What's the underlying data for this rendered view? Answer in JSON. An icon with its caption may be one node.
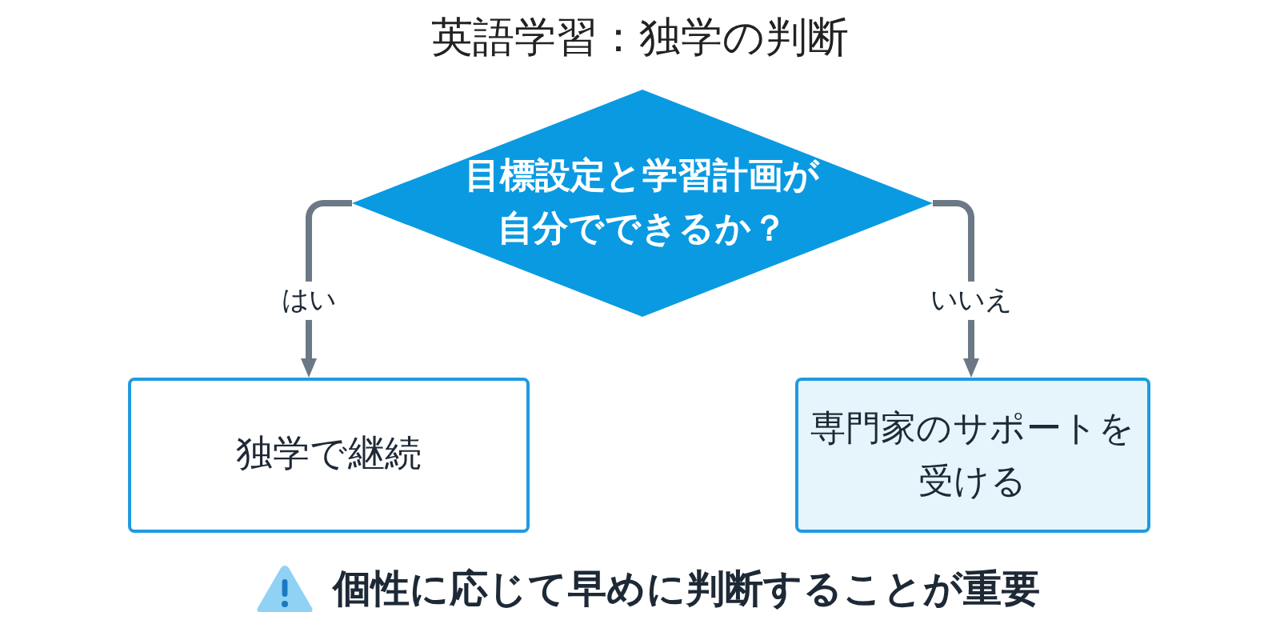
{
  "diagram": {
    "title": "英語学習：独学の判断",
    "nodes": [
      {
        "text": [
          "目標設定と学習計画が自分でできるか？"
        ]
      },
      {
        "text": [
          "独学で継続"
        ]
      },
      {
        "text": [
          "専門家のサポートを受ける"
        ]
      }
    ],
    "edges": [
      {
        "from": 0,
        "to": 1,
        "arrow": "to",
        "label": "はい"
      },
      {
        "from": 0,
        "to": 2,
        "arrow": "to",
        "label": "いいえ"
      }
    ],
    "labels": [
      "個性に応じて早めに判断することが重要"
    ]
  }
}
